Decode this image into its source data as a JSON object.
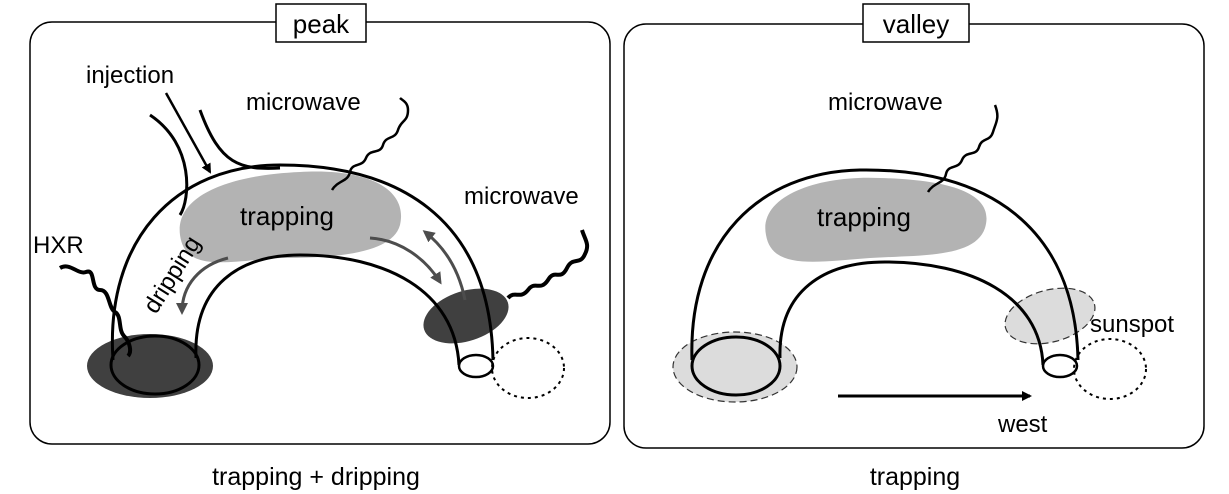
{
  "panels": {
    "peak": {
      "title": "peak",
      "labels": {
        "injection": "injection",
        "microwave_top": "microwave",
        "microwave_right": "microwave",
        "trapping": "trapping",
        "dripping": "dripping",
        "hxr": "HXR"
      },
      "caption": "trapping + dripping"
    },
    "valley": {
      "title": "valley",
      "labels": {
        "microwave": "microwave",
        "trapping": "trapping",
        "sunspot": "sunspot",
        "west": "west"
      },
      "caption": "trapping"
    }
  },
  "colors": {
    "trapping_region": "#b3b3b3",
    "footpoint_dark": "#404040",
    "footpoint_light": "#dcdcdc",
    "arrow_gray": "#4d4d4d"
  }
}
